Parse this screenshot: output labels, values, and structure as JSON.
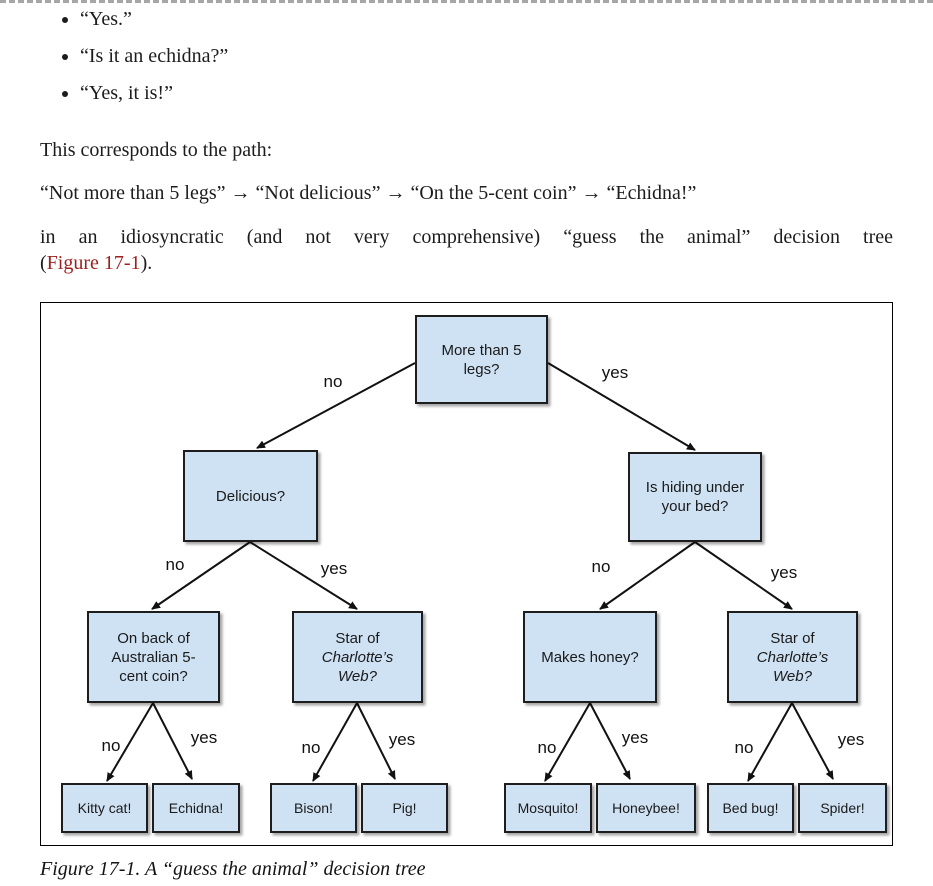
{
  "page": {
    "bullets": [
      "“Yes.”",
      "“Is it an echidna?”",
      "“Yes, it is!”"
    ],
    "para_intro": "This corresponds to the path:",
    "para_path": "“Not more than 5 legs” → “Not delicious” → “On the 5-cent coin” → “Echidna!”",
    "para_figure_line1": "in an idiosyncratic (and not very comprehensive) “guess the animal” decision tree",
    "para_figure_open_paren": "(",
    "figure_link": "Figure 17-1",
    "para_figure_close": ").",
    "caption": "Figure 17-1. A “guess the animal” decision tree"
  },
  "figure": {
    "labels": {
      "no": "no",
      "yes": "yes"
    },
    "nodes": {
      "root": {
        "line1": "More than 5",
        "line2": "legs?"
      },
      "delicious": {
        "label": "Delicious?"
      },
      "hiding": {
        "line1": "Is hiding under",
        "line2": "your bed?"
      },
      "onback": {
        "line1": "On back of",
        "line2": "Australian 5-",
        "line3": "cent coin?"
      },
      "star_left": {
        "line1": "Star of",
        "line2": "Charlotte’s",
        "line3": "Web?"
      },
      "honey": {
        "label": "Makes honey?"
      },
      "star_right": {
        "line1": "Star of",
        "line2": "Charlotte’s",
        "line3": "Web?"
      },
      "kitty": {
        "label": "Kitty cat!"
      },
      "echidna": {
        "label": "Echidna!"
      },
      "bison": {
        "label": "Bison!"
      },
      "pig": {
        "label": "Pig!"
      },
      "mosquito": {
        "label": "Mosquito!"
      },
      "honeybee": {
        "label": "Honeybee!"
      },
      "bedbug": {
        "label": "Bed bug!"
      },
      "spider": {
        "label": "Spider!"
      }
    },
    "colors": {
      "node_fill": "#cfe2f3",
      "node_border": "#1d1d1d",
      "arrow": "#111111",
      "link_red": "#9e211f"
    }
  }
}
